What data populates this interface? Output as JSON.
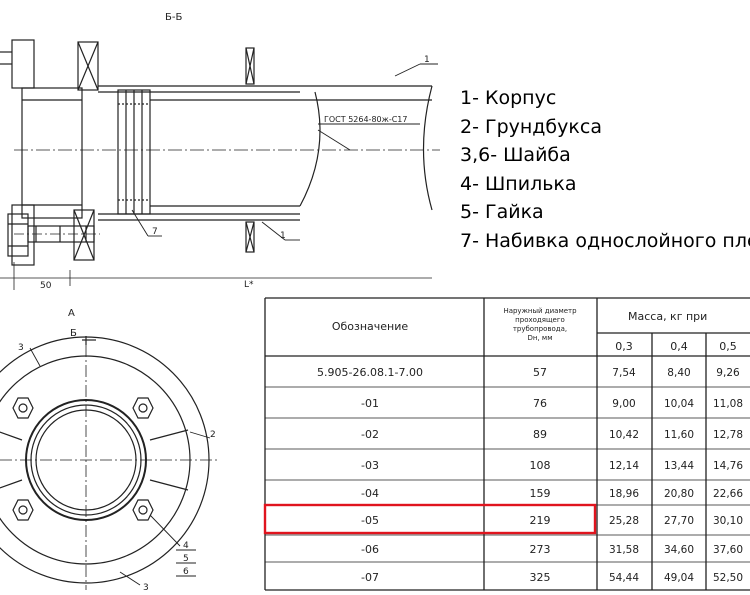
{
  "drawing": {
    "section_label": "Б-Б",
    "view_label": "А",
    "arrow_label": "Б",
    "gost_note": "ГОСТ 5264-80ж-С17",
    "dim_50": "50",
    "dim_l": "L*",
    "callouts_top": [
      "1",
      "1",
      "7"
    ],
    "callouts_bottom": [
      "3",
      "2",
      "4",
      "5",
      "6",
      "3"
    ]
  },
  "legend": [
    "1- Корпус",
    "2- Грундбукса",
    "3,6- Шайба",
    "4- Шпилька",
    "5- Гайка",
    "7- Набивка однослойного пле"
  ],
  "table": {
    "col_designation": "Обозначение",
    "col_diameter": [
      "Наружный диаметр",
      "проходящего",
      "трубопровода,",
      "Dн, мм"
    ],
    "col_mass": "Масса, кг при",
    "sub_headers": [
      "0,3",
      "0,4",
      "0,5"
    ],
    "rows": [
      {
        "designation": "5.905-26.08.1-7.00",
        "diameter": "57",
        "m1": "7,54",
        "m2": "8,40",
        "m3": "9,26"
      },
      {
        "designation": "-01",
        "diameter": "76",
        "m1": "9,00",
        "m2": "10,04",
        "m3": "11,08"
      },
      {
        "designation": "-02",
        "diameter": "89",
        "m1": "10,42",
        "m2": "11,60",
        "m3": "12,78"
      },
      {
        "designation": "-03",
        "diameter": "108",
        "m1": "12,14",
        "m2": "13,44",
        "m3": "14,76"
      },
      {
        "designation": "-04",
        "diameter": "159",
        "m1": "18,96",
        "m2": "20,80",
        "m3": "22,66"
      },
      {
        "designation": "-05",
        "diameter": "219",
        "m1": "25,28",
        "m2": "27,70",
        "m3": "30,10"
      },
      {
        "designation": "-06",
        "diameter": "273",
        "m1": "31,58",
        "m2": "34,60",
        "m3": "37,60"
      },
      {
        "designation": "-07",
        "diameter": "325",
        "m1": "54,44",
        "m2": "49,04",
        "m3": "52,50"
      }
    ],
    "highlight_row": 5,
    "highlight_color": "#e0141e"
  }
}
